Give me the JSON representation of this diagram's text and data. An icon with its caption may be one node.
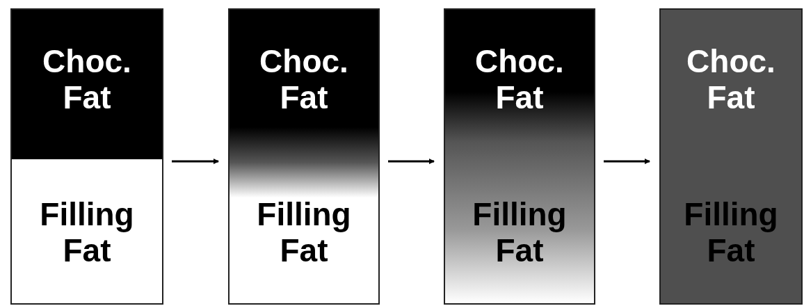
{
  "diagram": {
    "nodes": [
      {
        "text": [
          "Choc. Fat",
          "Filling Fat"
        ]
      },
      {
        "text": [
          "Choc. Fat",
          "Filling Fat"
        ]
      },
      {
        "text": [
          "Choc. Fat",
          "Filling Fat"
        ]
      },
      {
        "text": [
          "Choc. Fat",
          "Filling Fat"
        ]
      }
    ],
    "edges": [
      {
        "from": 0,
        "to": 1,
        "arrow": "to"
      },
      {
        "from": 1,
        "to": 2,
        "arrow": "to"
      },
      {
        "from": 2,
        "to": 3,
        "arrow": "to"
      }
    ]
  }
}
